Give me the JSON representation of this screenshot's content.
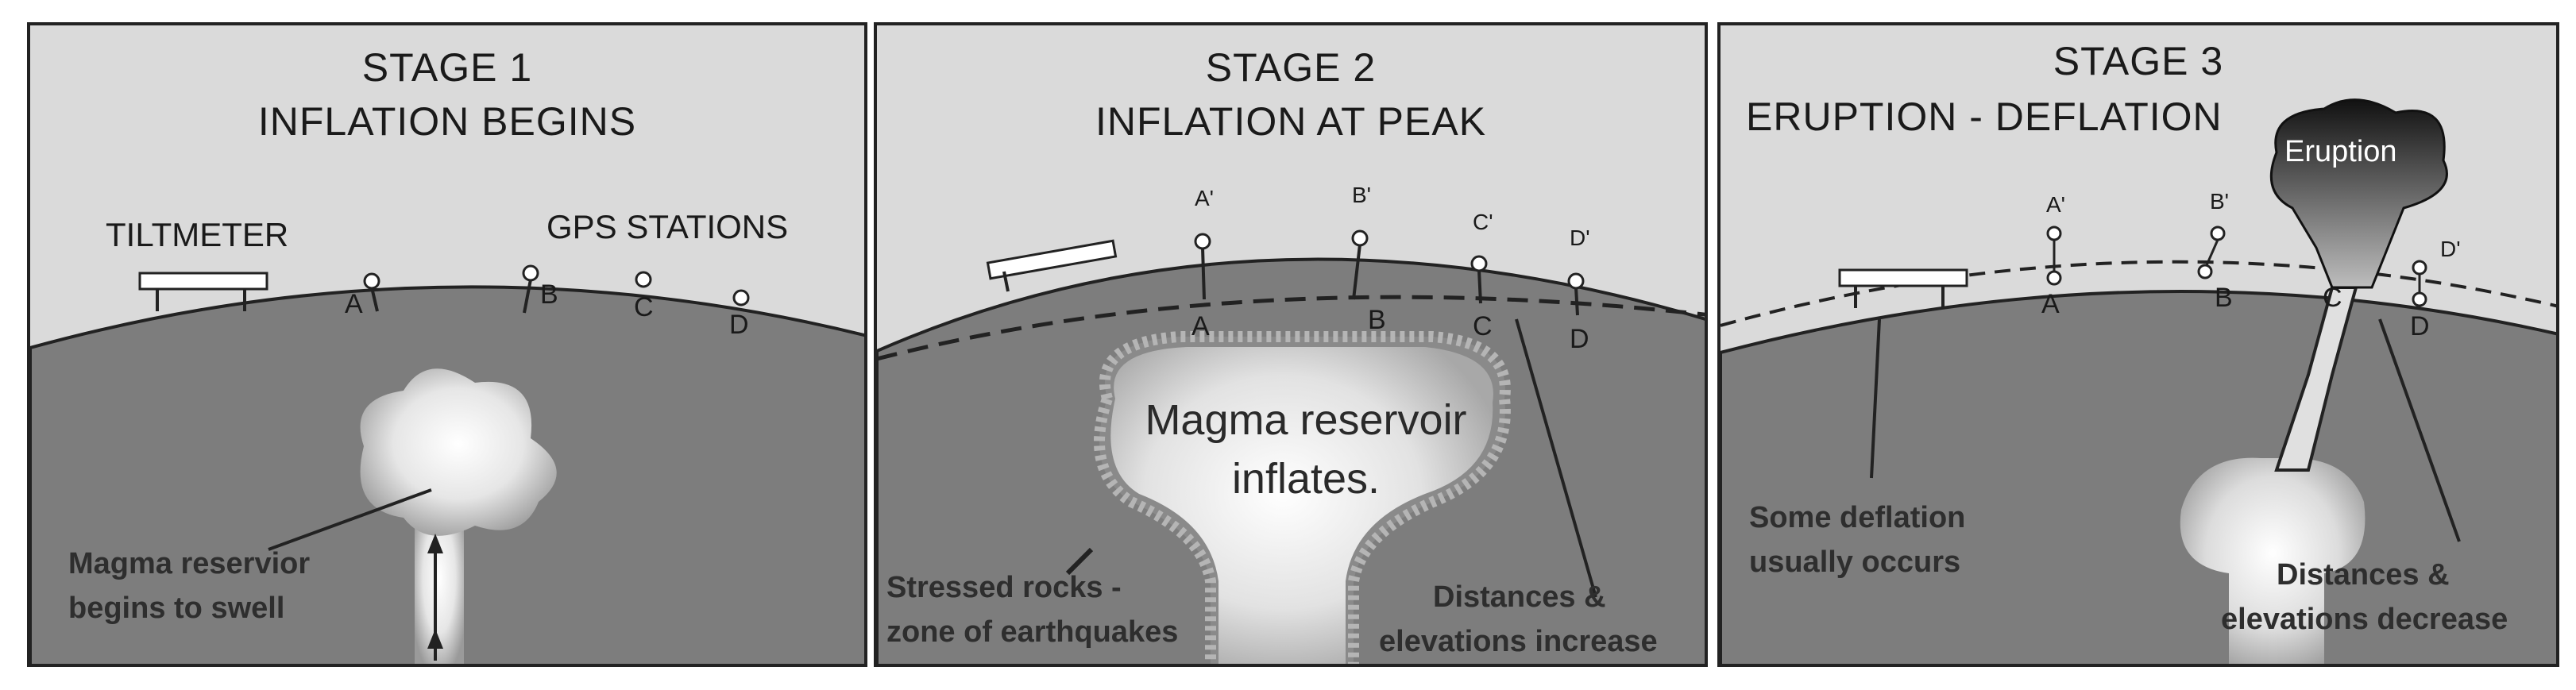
{
  "stage1": {
    "title_line1": "STAGE 1",
    "title_line2": "INFLATION BEGINS",
    "tiltmeter": "TILTMETER",
    "gps": "GPS STATIONS",
    "points": [
      "A",
      "B",
      "C",
      "D"
    ],
    "caption_line1": "Magma reservior",
    "caption_line2": "begins to swell"
  },
  "stage2": {
    "title_line1": "STAGE 2",
    "title_line2": "INFLATION AT PEAK",
    "points": [
      "A",
      "B",
      "C",
      "D"
    ],
    "primes": [
      "A'",
      "B'",
      "C'",
      "D'"
    ],
    "reservoir_line1": "Magma reservoir",
    "reservoir_line2": "inflates.",
    "stress_line1": "Stressed rocks -",
    "stress_line2": "zone of earthquakes",
    "dist_line1": "Distances &",
    "dist_line2": "elevations increase"
  },
  "stage3": {
    "title_line1": "STAGE 3",
    "title_line2": "ERUPTION - DEFLATION",
    "eruption": "Eruption",
    "points": [
      "A",
      "B",
      "C",
      "D"
    ],
    "primes": [
      "A'",
      "B'",
      "D'"
    ],
    "deflation_line1": "Some deflation",
    "deflation_line2": "usually occurs",
    "dist_line1": "Distances &",
    "dist_line2": "elevations decrease"
  }
}
